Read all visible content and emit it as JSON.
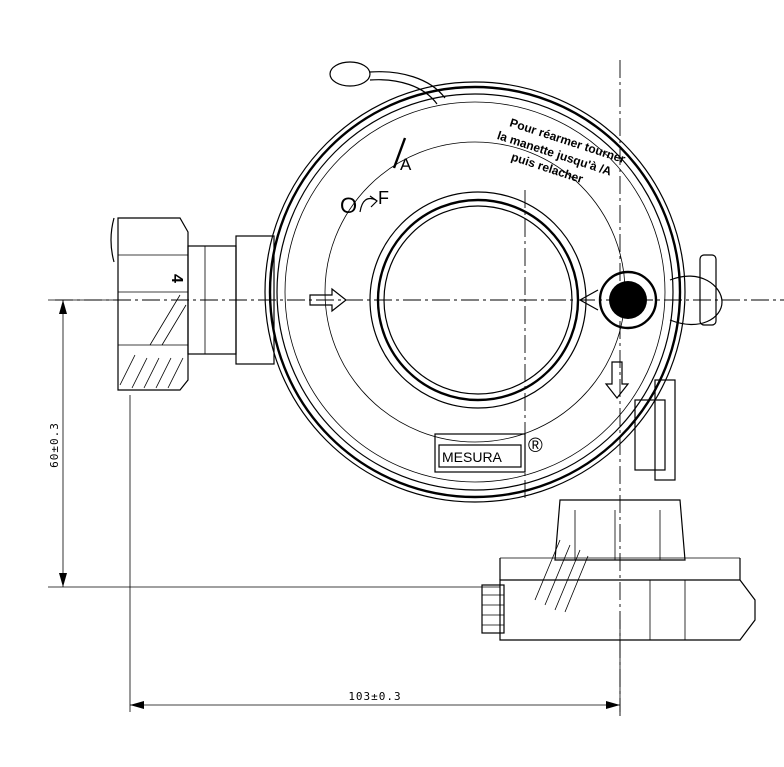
{
  "labels": {
    "instruction_line1": "Pour réarmer tourner",
    "instruction_line2": "la manette jusqu'à /A",
    "instruction_line3": "puis relacher",
    "position_o": "O",
    "position_f": "F",
    "position_a": "A",
    "port_number": "4",
    "brand": "MESURA",
    "registered": "®"
  },
  "dimensions": {
    "vertical": "60±0.3",
    "horizontal": "103±0.3"
  }
}
